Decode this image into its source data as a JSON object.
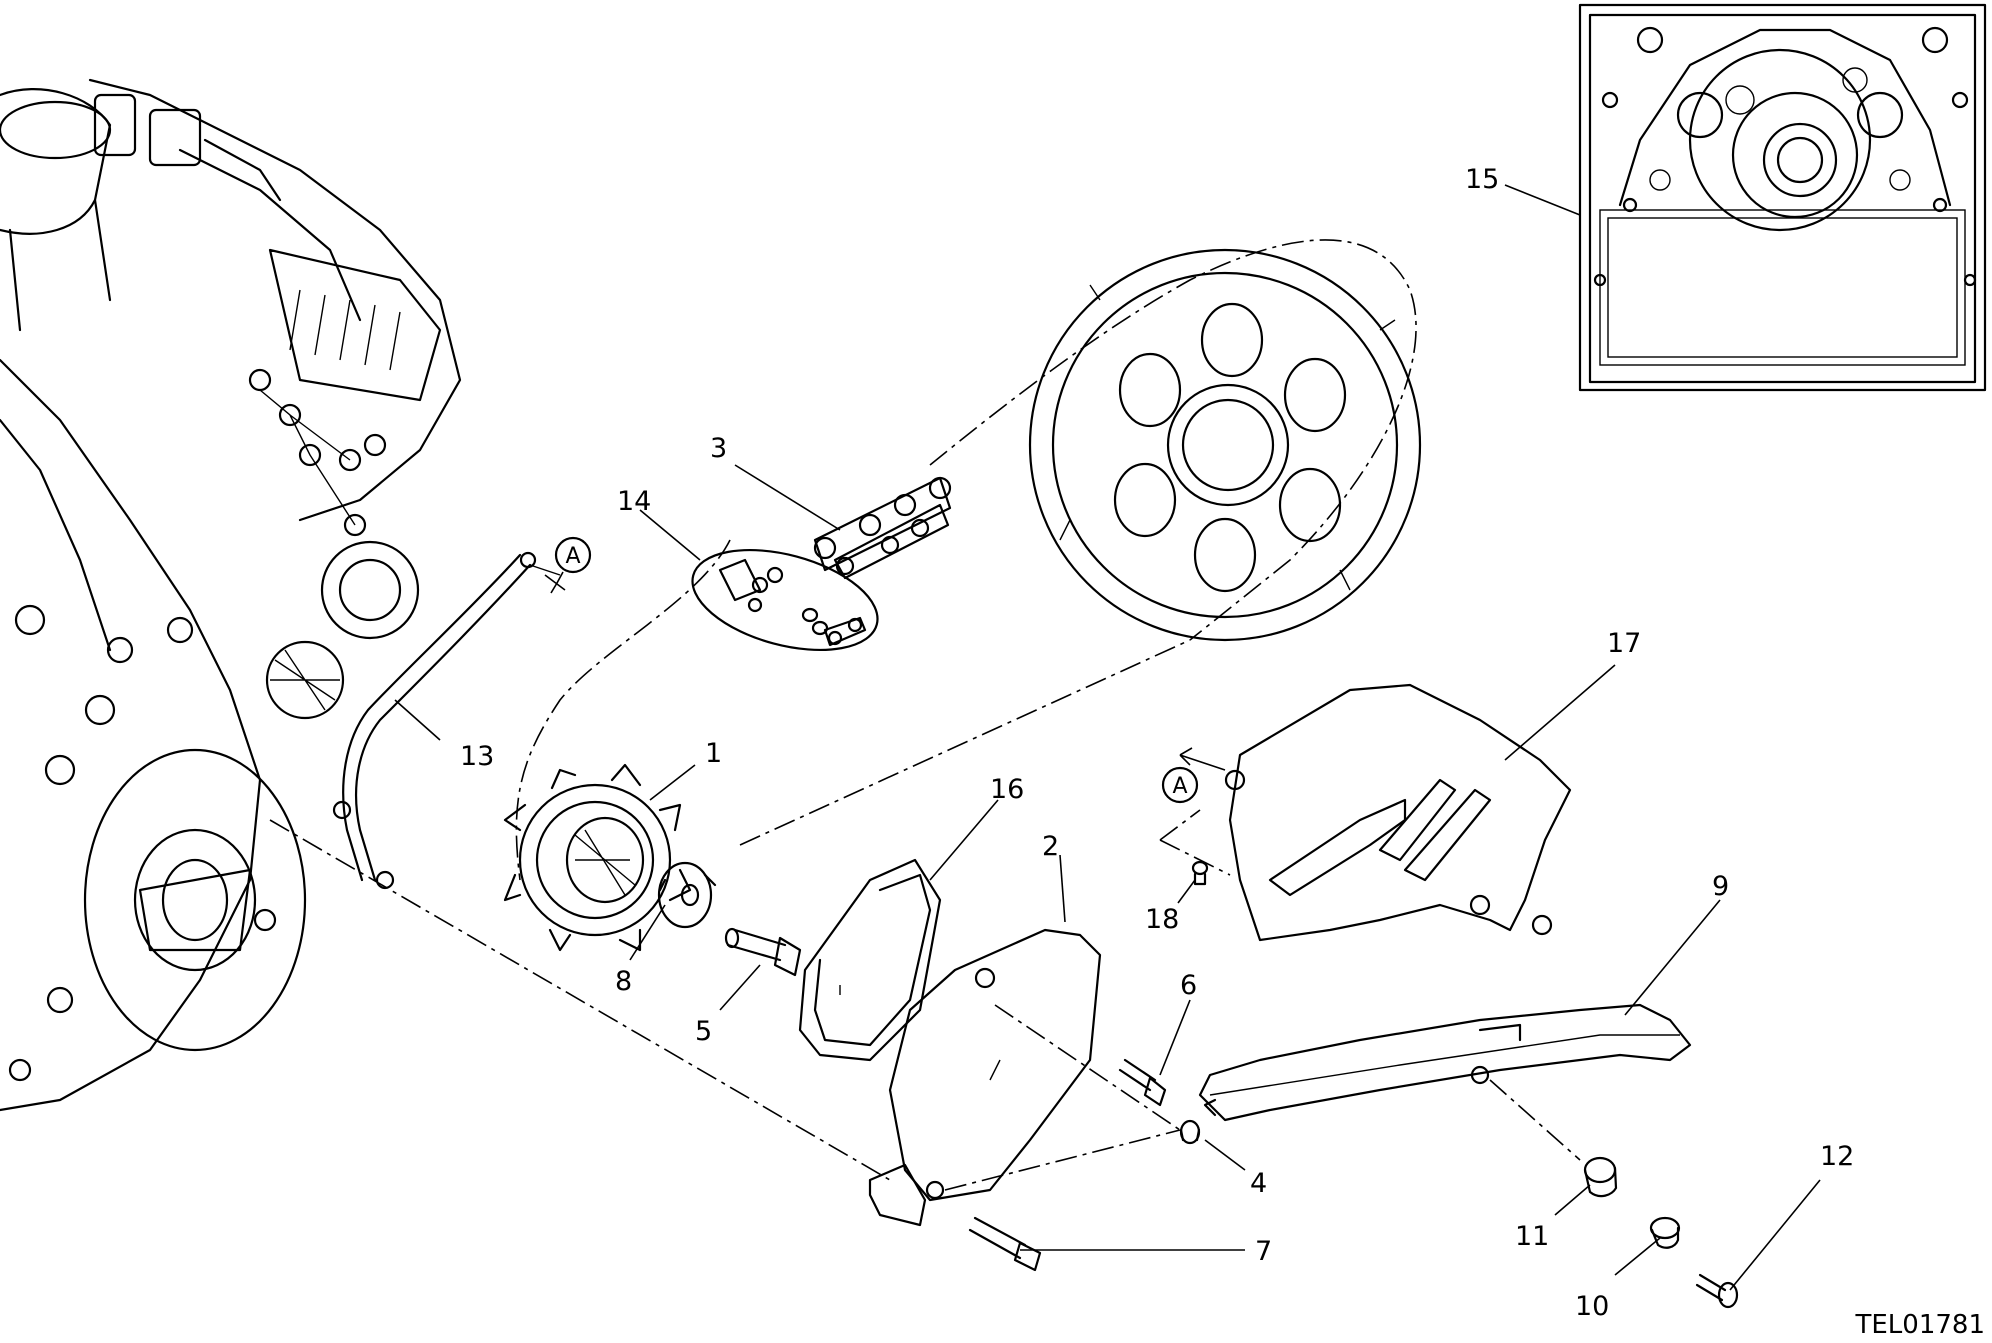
{
  "drawing_code": "TEL01781",
  "reference_mark": "A",
  "callouts": [
    {
      "id": "c1",
      "label": "1"
    },
    {
      "id": "c2",
      "label": "2"
    },
    {
      "id": "c3",
      "label": "3"
    },
    {
      "id": "c4",
      "label": "4"
    },
    {
      "id": "c5",
      "label": "5"
    },
    {
      "id": "c6",
      "label": "6"
    },
    {
      "id": "c7",
      "label": "7"
    },
    {
      "id": "c8",
      "label": "8"
    },
    {
      "id": "c9",
      "label": "9"
    },
    {
      "id": "c10",
      "label": "10"
    },
    {
      "id": "c11",
      "label": "11"
    },
    {
      "id": "c12",
      "label": "12"
    },
    {
      "id": "c13",
      "label": "13"
    },
    {
      "id": "c14",
      "label": "14"
    },
    {
      "id": "c15",
      "label": "15"
    },
    {
      "id": "c16",
      "label": "16"
    },
    {
      "id": "c17",
      "label": "17"
    },
    {
      "id": "c18",
      "label": "18"
    }
  ]
}
